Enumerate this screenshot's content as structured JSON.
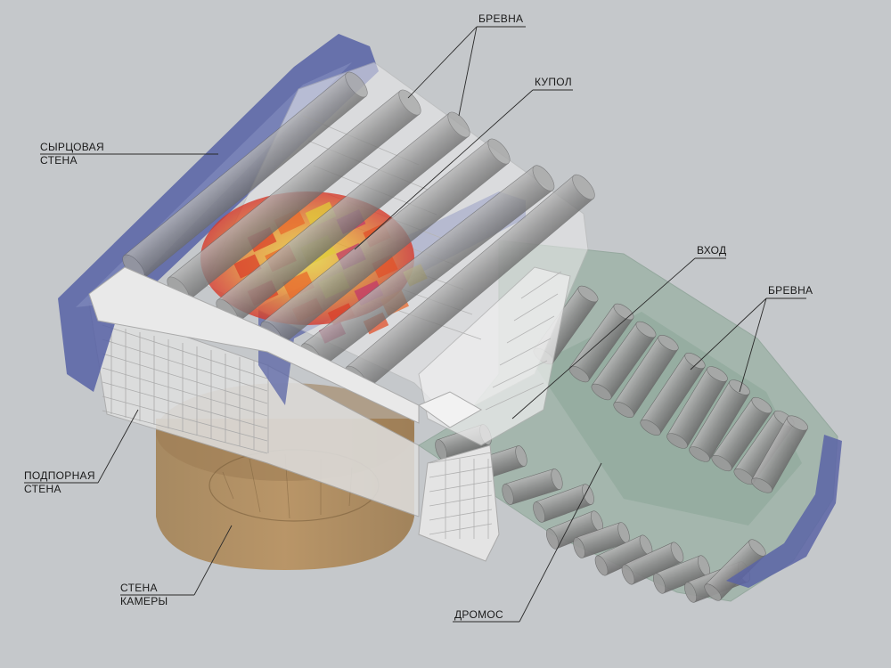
{
  "labels": {
    "logs_top": "БРЕВНА",
    "dome": "КУПОЛ",
    "raw_wall_1": "СЫРЦОВАЯ",
    "raw_wall_2": "СТЕНА",
    "entrance": "ВХОД",
    "logs_right": "БРЕВНА",
    "retaining_wall_1": "ПОДПОРНАЯ",
    "retaining_wall_2": "СТЕНА",
    "chamber_wall_1": "СТЕНА",
    "chamber_wall_2": "КАМЕРЫ",
    "dromos": "ДРОМОС"
  },
  "colors": {
    "background": "#c5c8cb",
    "raw_wall": "#5a64a6",
    "log": "#8e8e8e",
    "stone": "#e6e6e6",
    "dromos": "#8aa896",
    "chamber": "#b08a5c",
    "dome": "#e4502a",
    "dome_inner": "#e0cf3a"
  }
}
